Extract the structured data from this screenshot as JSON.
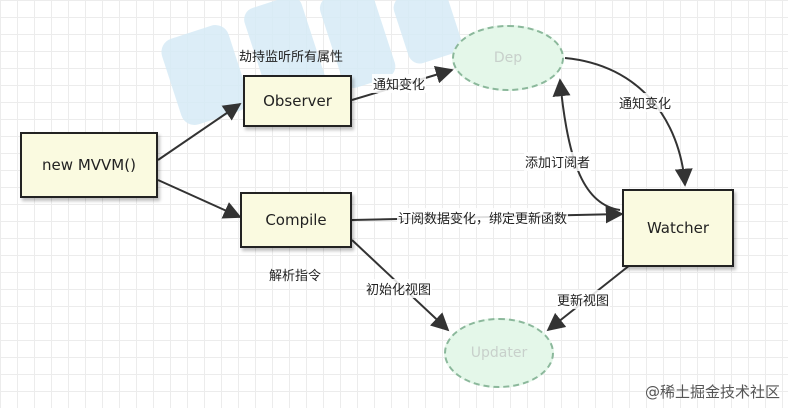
{
  "nodes": {
    "mvvm": "new MVVM()",
    "observer": "Observer",
    "compile": "Compile",
    "watcher": "Watcher",
    "dep": "Dep",
    "updater": "Updater"
  },
  "labels": {
    "observer_caption": "劫持监听所有属性",
    "compile_caption": "解析指令",
    "notify_change_1": "通知变化",
    "notify_change_2": "通知变化",
    "add_subscriber": "添加订阅者",
    "subscribe_bind": "订阅数据变化，绑定更新函数",
    "init_view": "初始化视图",
    "update_view": "更新视图"
  },
  "credit": "@稀土掘金技术社区",
  "colors": {
    "box_fill": "#fafae0",
    "ellipse_fill": "#e4f7e9",
    "ellipse_border": "#8bb89b",
    "watermark": "#d6ebf6"
  }
}
